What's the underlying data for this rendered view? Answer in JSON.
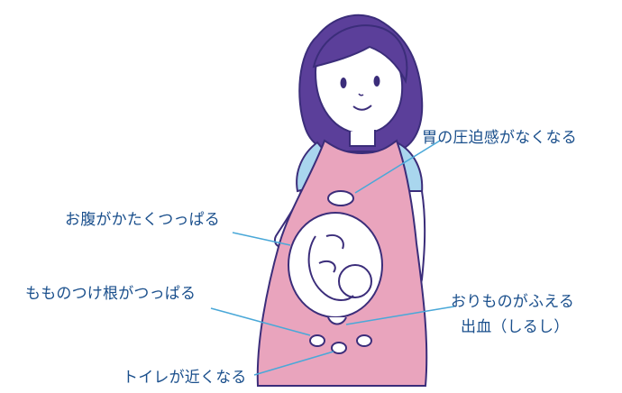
{
  "labels": {
    "stomach": "胃の圧迫感がなくなる",
    "belly": "お腹がかたくつっぱる",
    "thigh": "もものつけ根がつっぱる",
    "discharge_line1": "おりものがふえる",
    "discharge_line2": "出血（しるし）",
    "toilet": "トイレが近くなる"
  },
  "colors": {
    "label_text": "#1a4f8c",
    "leader_line": "#4aa8d8",
    "hair": "#5b3f9a",
    "dress": "#e9a4bd",
    "outline": "#3b2d7a",
    "sleeve": "#a9d6ee",
    "skin": "#ffffff",
    "womb": "#ffffff"
  }
}
